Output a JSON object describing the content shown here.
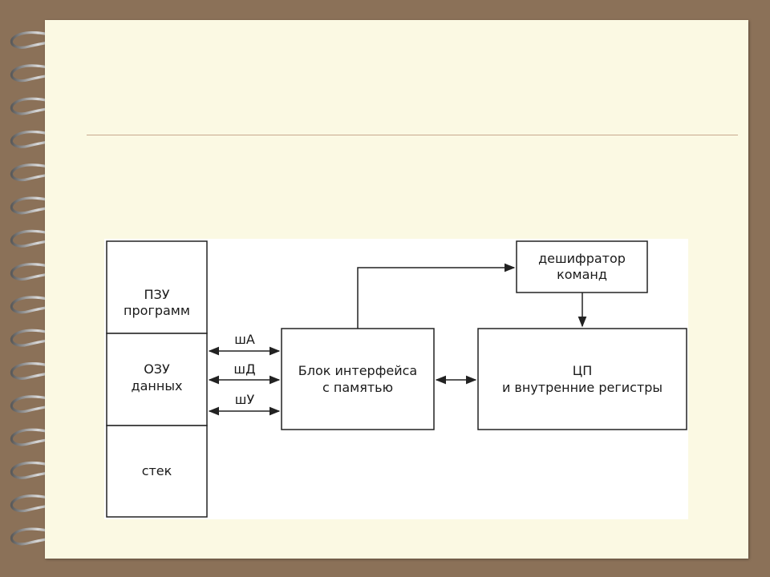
{
  "colors": {
    "background": "#8b7158",
    "paper": "#fbf9e3",
    "rule": "#c8a98f",
    "ring": "#9a9a9a"
  },
  "diagram": {
    "memory": {
      "rom": [
        "ПЗУ",
        "программ"
      ],
      "ram": [
        "ОЗУ",
        "данных"
      ],
      "stack": "стек"
    },
    "buses": {
      "address": "шА",
      "data": "шД",
      "control": "шУ"
    },
    "interface_block": [
      "Блок интерфейса",
      "с памятью"
    ],
    "decoder": [
      "дешифратор",
      "команд"
    ],
    "cpu": [
      "ЦП",
      "и внутренние регистры"
    ]
  }
}
